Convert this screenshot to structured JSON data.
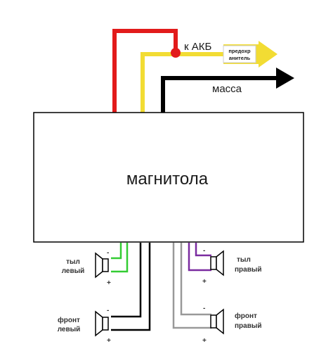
{
  "unit": {
    "label": "магнитола"
  },
  "wires": {
    "battery": {
      "label": "к АКБ",
      "color": "#e21b1b"
    },
    "ignition": {
      "color": "#f2dc33"
    },
    "ground": {
      "label": "масса",
      "color": "#000000"
    }
  },
  "fuse": {
    "line1": "предохр",
    "line2": "анитель",
    "text_color": "#cc0000"
  },
  "speakers": {
    "rear_left": {
      "line1": "тыл",
      "line2": "левый",
      "wire_color": "#33cc33"
    },
    "front_left": {
      "line1": "фронт",
      "line2": "левый",
      "wire_color": "#000000"
    },
    "rear_right": {
      "line1": "тыл",
      "line2": "правый",
      "wire_color": "#7a2ba0"
    },
    "front_right": {
      "line1": "фронт",
      "line2": "правый",
      "wire_color": "#999999"
    }
  },
  "polarity": {
    "minus": "-",
    "plus": "+"
  }
}
